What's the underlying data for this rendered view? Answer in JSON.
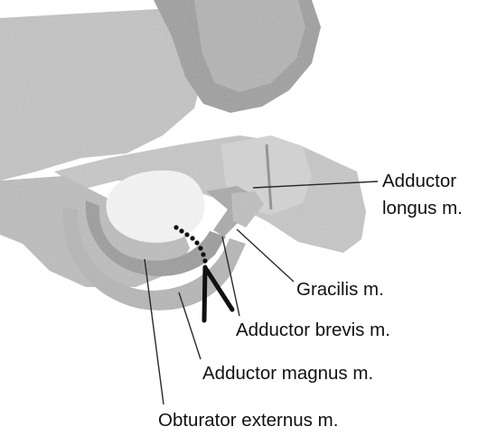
{
  "labels": {
    "adductor_longus_line1": "Adductor",
    "adductor_longus_line2": "longus m.",
    "gracilis": "Gracilis m.",
    "adductor_brevis": "Adductor brevis m.",
    "adductor_magnus": "Adductor magnus m.",
    "obturator_externus": "Obturator externus m."
  },
  "colors": {
    "background": "#ffffff",
    "bone": "#c9c9c9",
    "bone_dark": "#8f8f8f",
    "muscle_band": "#a8a8a8",
    "leader_line": "#2a2a2a",
    "dotted_marker": "#111111"
  }
}
